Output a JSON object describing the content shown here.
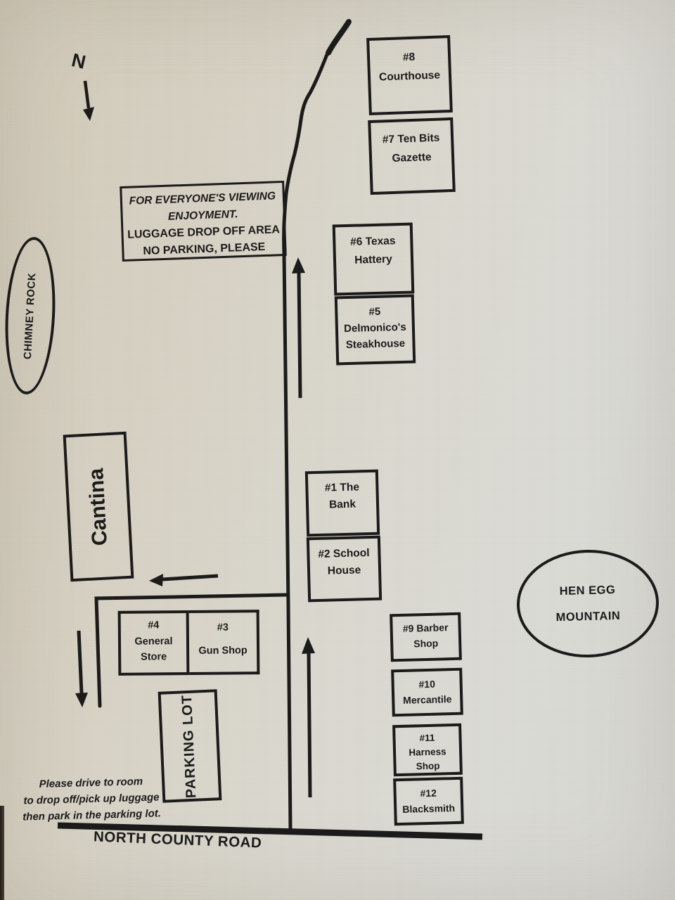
{
  "map": {
    "north_label": "N",
    "road_name": "NORTH COUNTY ROAD",
    "sign": {
      "lines": [
        "FOR EVERYONE'S VIEWING",
        "ENJOYMENT.",
        "LUGGAGE DROP OFF AREA",
        "NO PARKING, PLEASE"
      ]
    },
    "note": {
      "lines": [
        "Please drive to room",
        "to drop off/pick up luggage",
        "then park in the parking lot."
      ]
    },
    "landmarks": {
      "chimney_rock": {
        "label": "CHIMNEY ROCK"
      },
      "hen_egg_mountain": {
        "lines": [
          "HEN EGG",
          "MOUNTAIN"
        ]
      }
    },
    "buildings": {
      "courthouse": {
        "lines": [
          "#8",
          "Courthouse"
        ]
      },
      "gazette": {
        "lines": [
          "#7 Ten Bits",
          "Gazette"
        ]
      },
      "hattery": {
        "lines": [
          "#6 Texas",
          "Hattery"
        ]
      },
      "delmonico": {
        "lines": [
          "#5",
          "Delmonico's",
          "Steakhouse"
        ]
      },
      "bank": {
        "lines": [
          "#1 The",
          "Bank"
        ]
      },
      "school": {
        "lines": [
          "#2 School",
          "House"
        ]
      },
      "general_store": {
        "lines": [
          "#4",
          "General",
          "Store"
        ]
      },
      "gun_shop": {
        "lines": [
          "#3",
          "Gun Shop"
        ]
      },
      "barber": {
        "lines": [
          "#9 Barber",
          "Shop"
        ]
      },
      "mercantile": {
        "lines": [
          "#10",
          "Mercantile"
        ]
      },
      "harness": {
        "lines": [
          "#11",
          "Harness",
          "Shop"
        ]
      },
      "blacksmith": {
        "lines": [
          "#12",
          "Blacksmith"
        ]
      },
      "cantina": {
        "label": "Cantina"
      },
      "parking_lot": {
        "label": "PARKING LOT"
      }
    },
    "ink_color": "#1b1b1b",
    "paper_color": "#d7d4c9"
  }
}
